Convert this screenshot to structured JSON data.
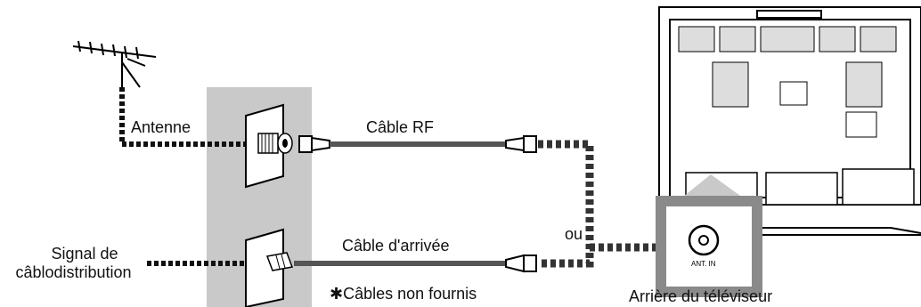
{
  "labels": {
    "antenna": "Antenne",
    "rf_cable": "Câble RF",
    "or": "ou",
    "cable_signal_line1": "Signal de",
    "cable_signal_line2": "câblodistribution",
    "input_cable": "Câble d'arrivée",
    "not_supplied": "✱Câbles non fournis",
    "tv_rear": "Arrière du téléviseur",
    "ant_in": "ANT. IN"
  },
  "icons": [
    "antenna-icon",
    "wall-outlet-icon",
    "rf-connector-icon",
    "tv-rear-icon",
    "ant-in-port-icon"
  ],
  "colors": {
    "wall_panel": "#c9c9c9",
    "cable": "#555555",
    "port_box": "#8a8a8a",
    "dotted_line": "#111111"
  }
}
